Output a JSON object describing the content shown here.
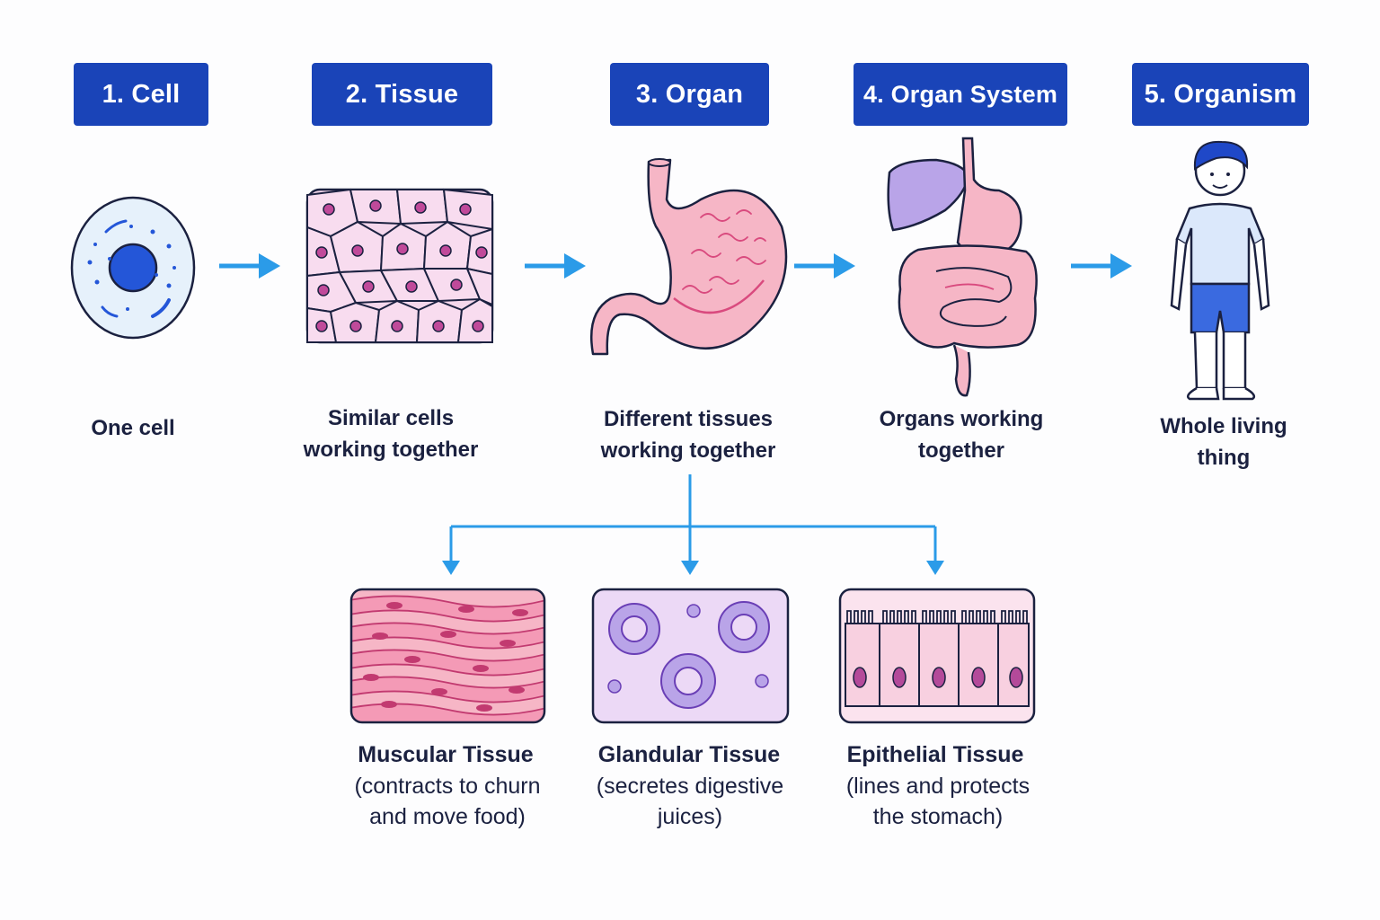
{
  "colors": {
    "header_bg": "#1a44b8",
    "header_text": "#ffffff",
    "arrow": "#2b9be8",
    "outline": "#1b2140",
    "pink": "#f6b6c6",
    "lavender": "#b9a4e8",
    "light_blue": "#e6f1fb"
  },
  "stages": [
    {
      "title": "1. Cell",
      "caption_lines": [
        "One cell"
      ],
      "icon": "cell-icon"
    },
    {
      "title": "2. Tissue",
      "caption_lines": [
        "Similar cells",
        "working together"
      ],
      "icon": "tissue-icon"
    },
    {
      "title": "3. Organ",
      "caption_lines": [
        "Different tissues",
        "working together"
      ],
      "icon": "stomach-icon"
    },
    {
      "title": "4. Organ System",
      "caption_lines": [
        "Organs working",
        "together"
      ],
      "icon": "digestive-system-icon"
    },
    {
      "title": "5. Organism",
      "caption_lines": [
        "Whole living",
        "thing"
      ],
      "icon": "person-icon"
    }
  ],
  "tissues": [
    {
      "name": "Muscular Tissue",
      "desc_lines": [
        "(contracts to churn",
        "and move food)"
      ],
      "icon": "muscle-tissue-icon"
    },
    {
      "name": "Glandular Tissue",
      "desc_lines": [
        "(secretes digestive",
        "juices)"
      ],
      "icon": "gland-tissue-icon"
    },
    {
      "name": "Epithelial Tissue",
      "desc_lines": [
        "(lines and protects",
        "the stomach)"
      ],
      "icon": "epithelial-tissue-icon"
    }
  ]
}
